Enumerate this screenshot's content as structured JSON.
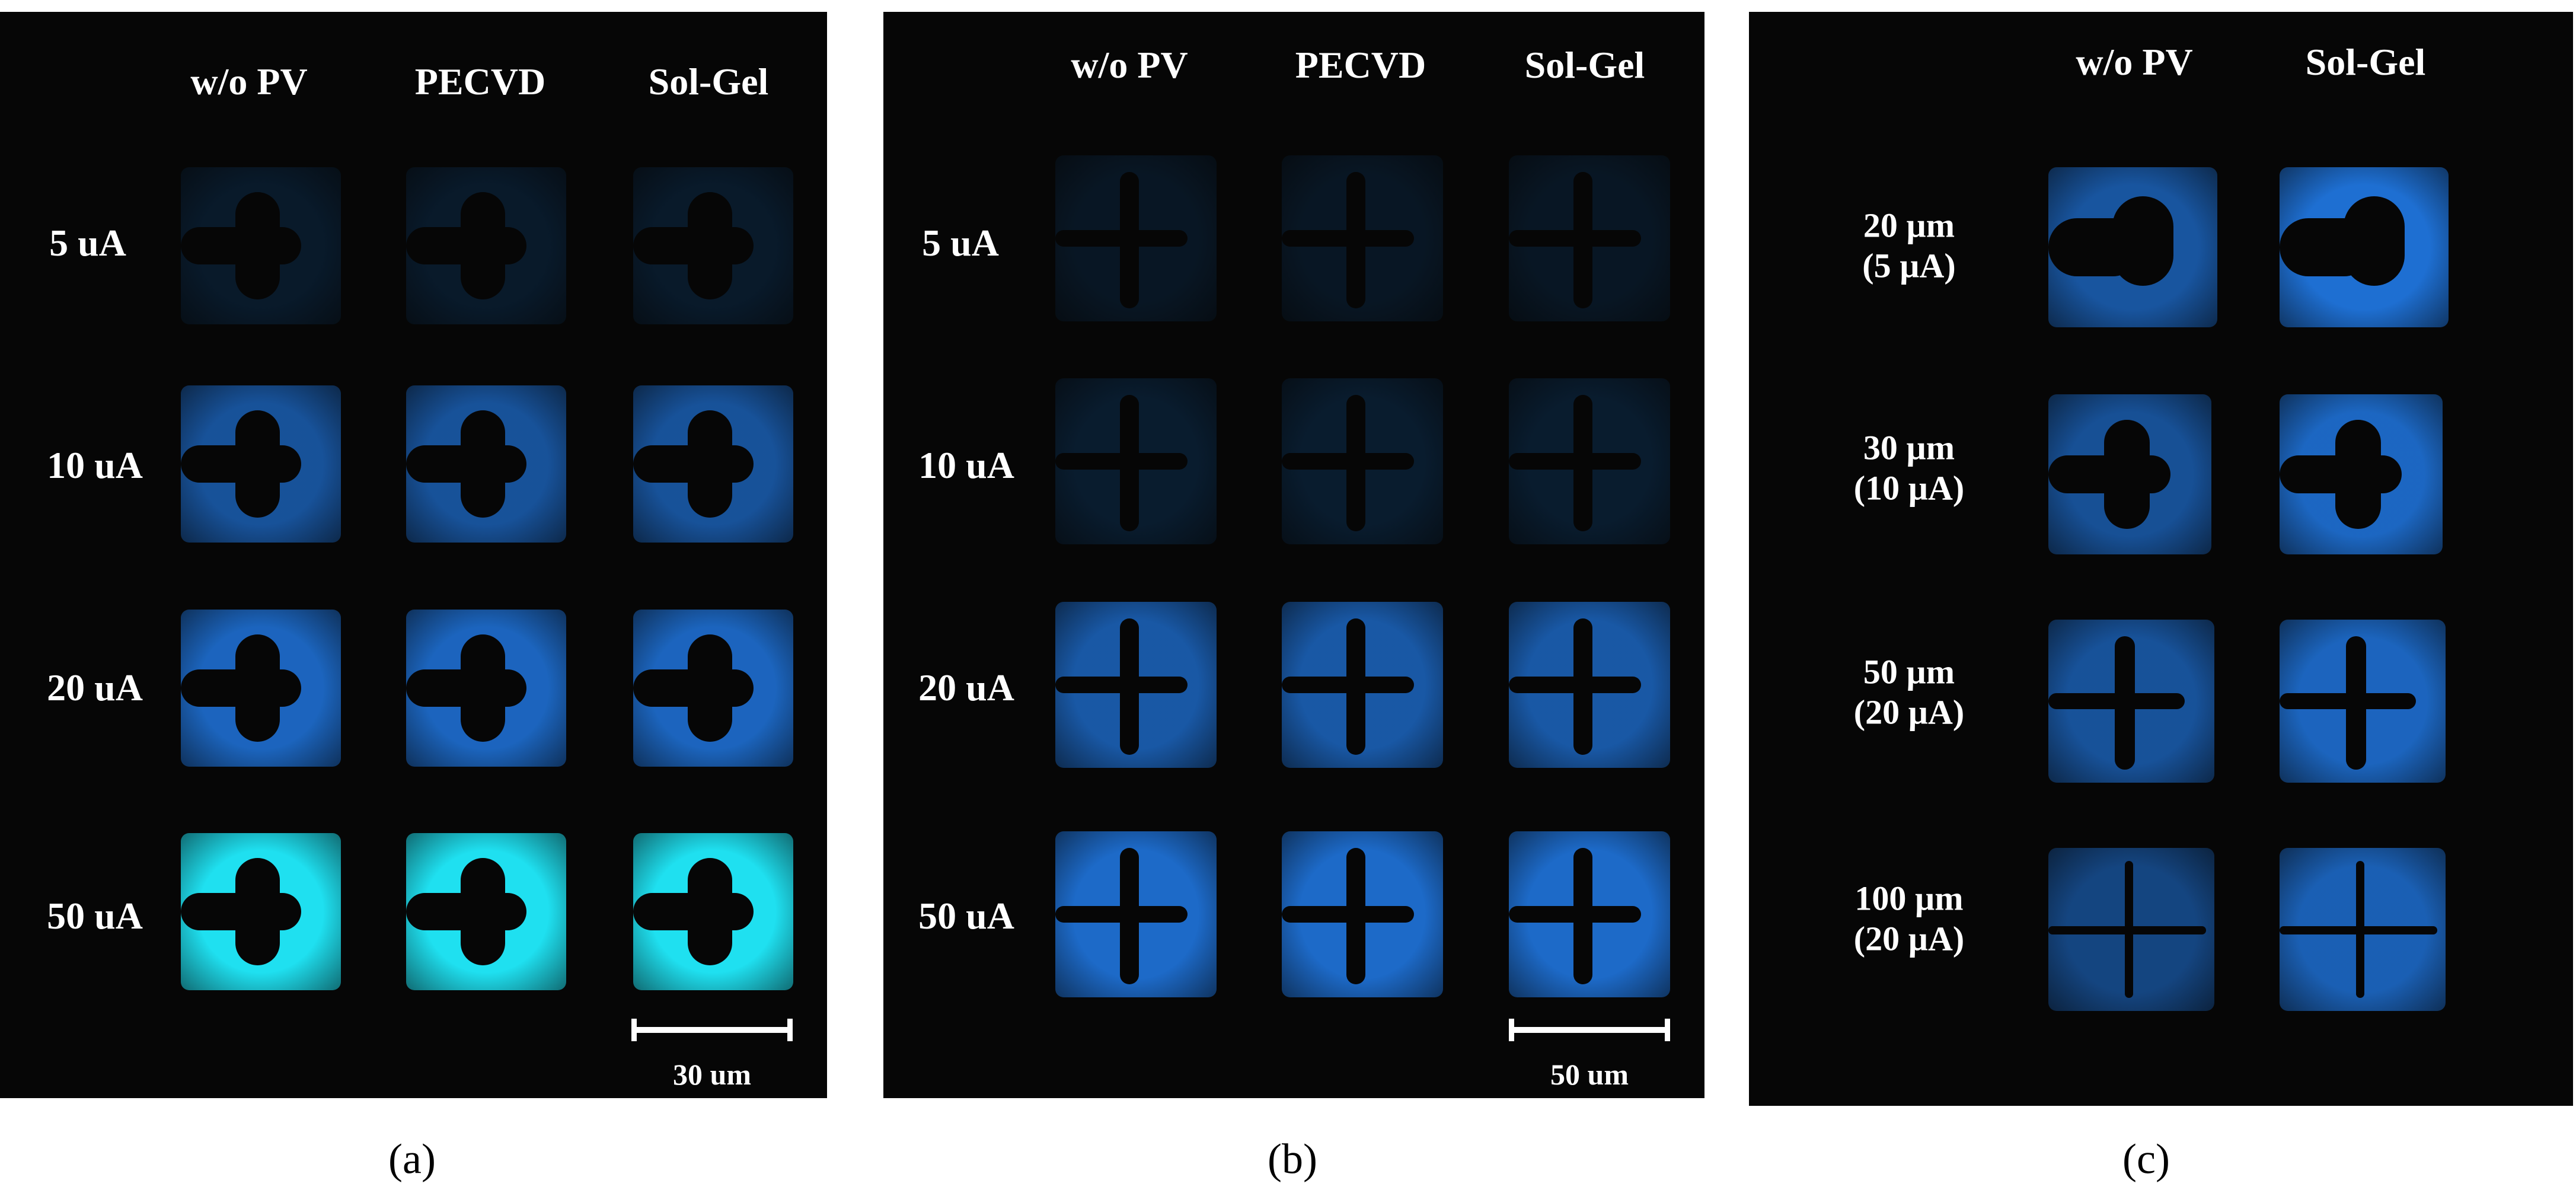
{
  "panels": [
    {
      "id": "a",
      "caption": "(a)",
      "columns": [
        "w/o PV",
        "PECVD",
        "Sol-Gel"
      ],
      "rows": [
        "5 uA",
        "10 uA",
        "20 uA",
        "50 uA"
      ],
      "scale_label": "30 um",
      "pattern": "side-cross"
    },
    {
      "id": "b",
      "caption": "(b)",
      "columns": [
        "w/o PV",
        "PECVD",
        "Sol-Gel"
      ],
      "rows": [
        "5 uA",
        "10 uA",
        "20 uA",
        "50 uA"
      ],
      "scale_label": "50 um",
      "pattern": "cross"
    },
    {
      "id": "c",
      "caption": "(c)",
      "columns": [
        "w/o PV",
        "Sol-Gel"
      ],
      "rows": [
        "20 µm\n(5 µA)",
        "30 µm\n(10 µA)",
        "50 µm\n(20 µA)",
        "100 µm\n(20 µA)"
      ],
      "scale_label": "",
      "pattern": "mixed"
    }
  ],
  "colors": {
    "background": "#060606",
    "emission_dim": "#0b2a48",
    "emission_mid": "#1e6fd2",
    "emission_bright": "#1fe0f0"
  }
}
